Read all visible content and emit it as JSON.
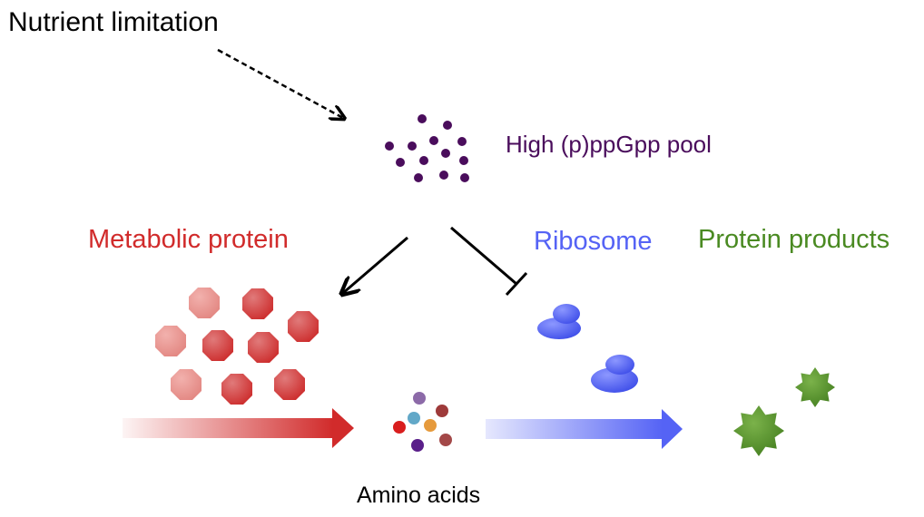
{
  "labels": {
    "nutrient_limitation": "Nutrient limitation",
    "ppgpp_pool": "High (p)ppGpp pool",
    "metabolic_protein": "Metabolic protein",
    "ribosome": "Ribosome",
    "protein_products": "Protein products",
    "amino_acids": "Amino acids"
  },
  "colors": {
    "ppgpp": "#4a0d5c",
    "metabolic": "#d12b2b",
    "ribosome": "#5563f5",
    "products": "#4a8a22",
    "text": "#000000"
  },
  "icons": {
    "ppgpp_molecules": "purple-dots",
    "metabolic_proteins": "red-octagons",
    "ribosomes": "blue-blobs",
    "amino_acids": "colored-dots",
    "protein_products": "green-stars"
  },
  "relations": [
    {
      "from": "Nutrient limitation",
      "to": "High (p)ppGpp pool",
      "type": "induces (dashed)"
    },
    {
      "from": "High (p)ppGpp pool",
      "to": "Metabolic protein",
      "type": "activates"
    },
    {
      "from": "High (p)ppGpp pool",
      "to": "Ribosome",
      "type": "inhibits"
    },
    {
      "from": "Metabolic protein",
      "to": "Amino acids",
      "type": "produces"
    },
    {
      "from": "Amino acids",
      "to": "Protein products",
      "type": "converted by ribosome"
    }
  ]
}
